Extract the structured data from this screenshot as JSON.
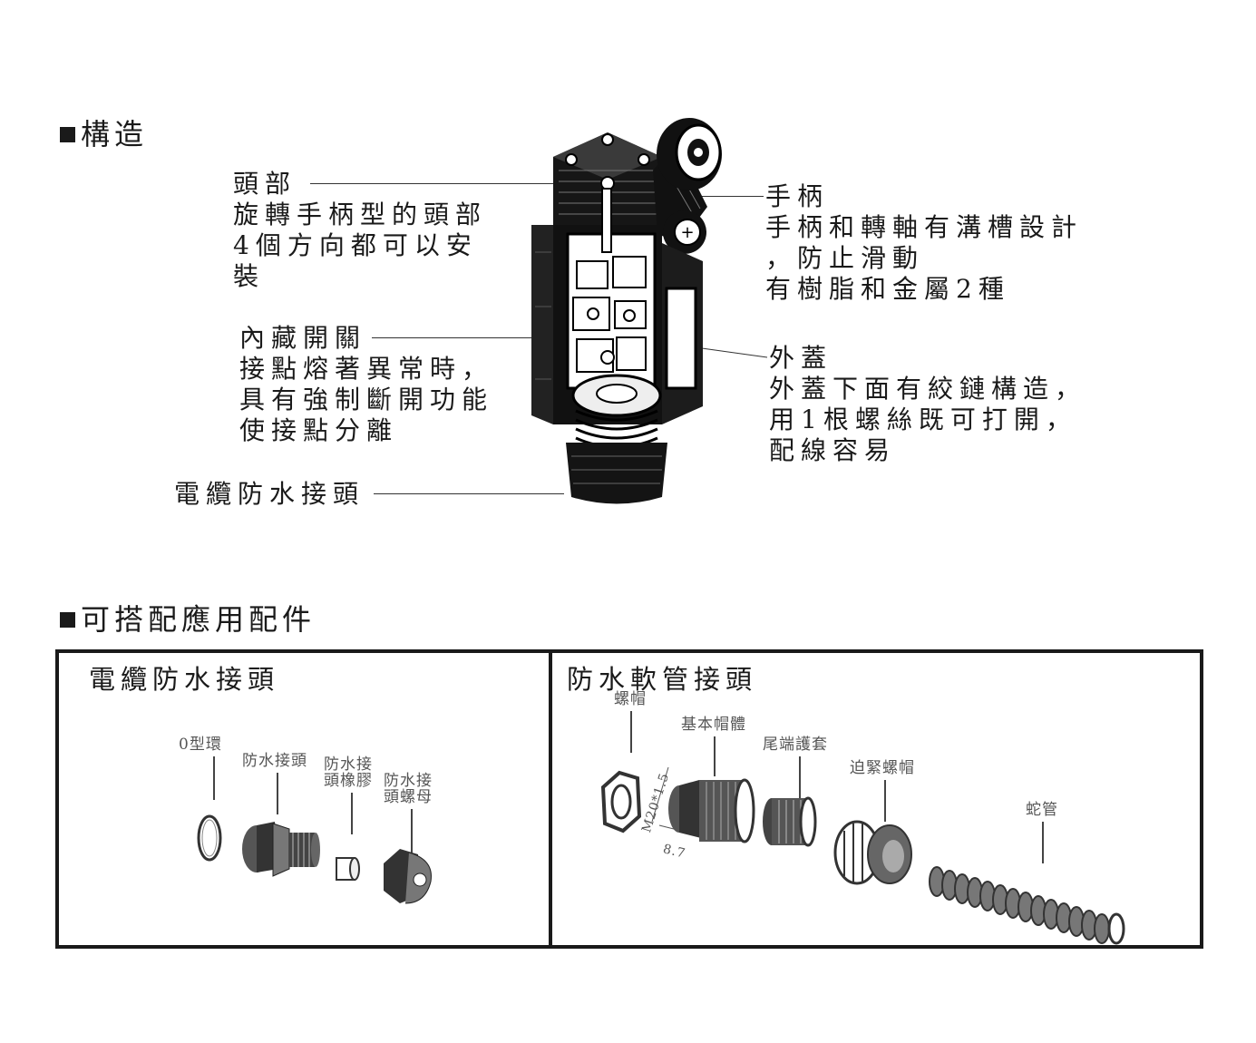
{
  "sections": {
    "structure_heading": "構造",
    "accessories_heading": "可搭配應用配件"
  },
  "callouts": {
    "head": {
      "title": "頭部",
      "lines": [
        "旋轉手柄型的頭部",
        "4個方向都可以安",
        "裝"
      ]
    },
    "switch": {
      "title": "內藏開關",
      "lines": [
        "接點熔著異常時，",
        "具有強制斷開功能",
        "使接點分離"
      ]
    },
    "cable": {
      "title": "電纜防水接頭"
    },
    "handle": {
      "title": "手柄",
      "lines": [
        "手柄和轉軸有溝槽設計",
        "，防止滑動",
        "有樹脂和金屬2種"
      ]
    },
    "cover": {
      "title": "外蓋",
      "lines": [
        "外蓋下面有絞鏈構造，",
        "用1根螺絲既可打開，",
        "配線容易"
      ]
    }
  },
  "panels": {
    "left": {
      "title": "電纜防水接頭",
      "parts": [
        "0型環",
        "防水接頭",
        "防水接\n頭橡膠",
        "防水接\n頭螺母"
      ]
    },
    "right": {
      "title": "防水軟管接頭",
      "parts": [
        "螺帽",
        "基本帽體",
        "尾端護套",
        "迫緊螺帽",
        "蛇管"
      ],
      "dimensions": [
        "M20*1.5",
        "8.7"
      ]
    }
  }
}
